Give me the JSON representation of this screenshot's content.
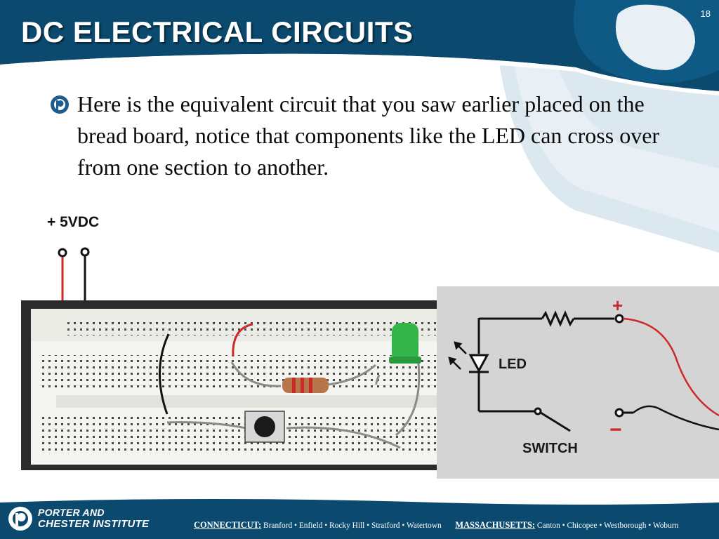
{
  "slide": {
    "title": "DC ELECTRICAL CIRCUITS",
    "number": "18"
  },
  "content": {
    "bullet_text": "Here is the equivalent circuit that you saw earlier placed on the bread board, notice that components like the LED can cross over from one section to another."
  },
  "figure": {
    "supply_label": "+ 5VDC",
    "schematic": {
      "led_label": "LED",
      "switch_label": "SWITCH",
      "positive_symbol": "+",
      "negative_symbol": "−"
    }
  },
  "footer": {
    "logo_line1": "PORTER AND",
    "logo_line2": "CHESTER INSTITUTE",
    "connecticut_label": "CONNECTICUT:",
    "connecticut_towns": "Branford • Enfield • Rocky Hill • Stratford • Watertown",
    "massachusetts_label": "MASSACHUSETTS:",
    "massachusetts_towns": "Canton • Chicopee • Westborough • Woburn"
  },
  "colors": {
    "brand_navy": "#0b4a6e",
    "wire_red": "#cc2a2a",
    "led_green": "#33b54a"
  },
  "icons": {
    "bullet": "pc-logo-icon",
    "footer_logo": "pc-logo-icon"
  }
}
